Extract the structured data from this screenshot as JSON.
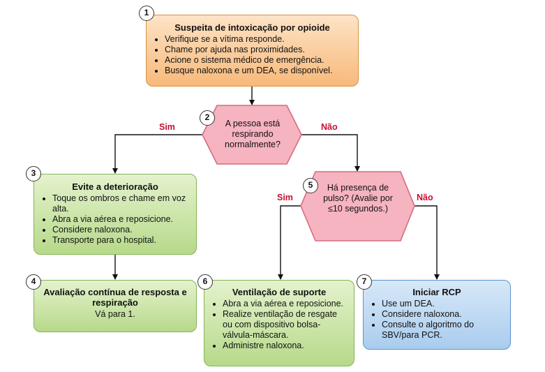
{
  "steps": [
    {
      "num": "1",
      "title": "Suspeita de intoxicação por opioide",
      "items": [
        "Verifique se a vítima responde.",
        "Chame por ajuda nas proximidades.",
        "Acione o sistema médico de emergência.",
        "Busque naloxona e um DEA, se disponível."
      ]
    },
    {
      "num": "2",
      "text": "A pessoa está respirando normalmente?"
    },
    {
      "num": "3",
      "title": "Evite a deterioração",
      "items": [
        "Toque os ombros e chame em voz alta.",
        "Abra a via aérea e reposicione.",
        "Considere naloxona.",
        "Transporte para o hospital."
      ]
    },
    {
      "num": "4",
      "title": "Avaliação contínua de resposta e respiração",
      "subtitle": "Vá para 1."
    },
    {
      "num": "5",
      "text": "Há presença de pulso? (Avalie por ≤10 segundos.)"
    },
    {
      "num": "6",
      "title": "Ventilação de suporte",
      "items": [
        "Abra a via aérea e reposicione.",
        "Realize ventilação de resgate ou com dispositivo bolsa-válvula-máscara.",
        "Administre naloxona."
      ]
    },
    {
      "num": "7",
      "title": "Iniciar RCP",
      "items": [
        "Use um DEA.",
        "Considere naloxona.",
        "Consulte o algoritmo do SBV/para PCR."
      ]
    }
  ],
  "branch_labels": {
    "d2_yes": "Sim",
    "d2_no": "Não",
    "d5_yes": "Sim",
    "d5_no": "Não"
  },
  "colors": {
    "orange": "#f8b97a",
    "green": "#b7d98a",
    "blue": "#a9ccee",
    "diamond": "#f6b3c0",
    "label_red": "#c8102e"
  }
}
